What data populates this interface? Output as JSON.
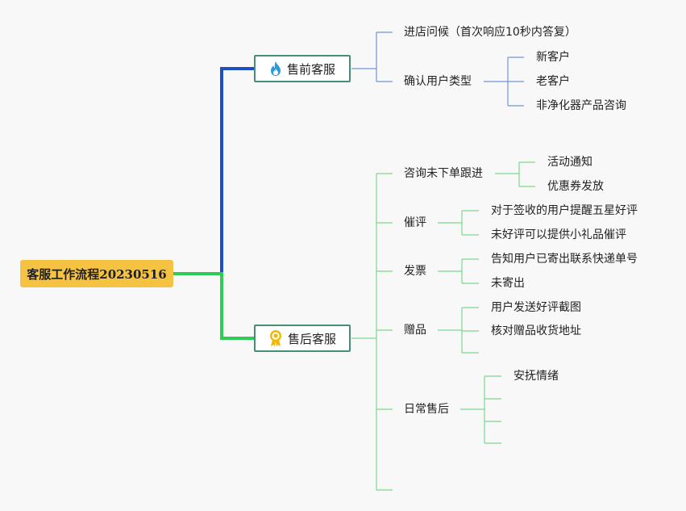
{
  "root": {
    "label": "客服工作流程20230516"
  },
  "presale": {
    "label": "售前客服",
    "icon": "flame-icon",
    "color": "#1d4fc4",
    "children": [
      {
        "label": "进店问候（首次响应10秒内答复）"
      },
      {
        "label": "确认用户类型",
        "children": [
          "新客户",
          "老客户",
          "非净化器产品咨询"
        ]
      }
    ]
  },
  "aftersale": {
    "label": "售后客服",
    "icon": "award-medal-icon",
    "color": "#2fcc55",
    "children": [
      {
        "label": "咨询未下单跟进",
        "children": [
          "活动通知",
          "优惠券发放"
        ]
      },
      {
        "label": "催评",
        "children": [
          "对于签收的用户提醒五星好评",
          "未好评可以提供小礼品催评"
        ]
      },
      {
        "label": "发票",
        "children": [
          "告知用户已寄出联系快递单号",
          "未寄出"
        ]
      },
      {
        "label": "赠品",
        "children": [
          "用户发送好评截图",
          "核对赠品收货地址",
          ""
        ]
      },
      {
        "label": "日常售后",
        "children": [
          "安抚情绪",
          "",
          "",
          ""
        ]
      },
      {
        "label": ""
      }
    ]
  }
}
